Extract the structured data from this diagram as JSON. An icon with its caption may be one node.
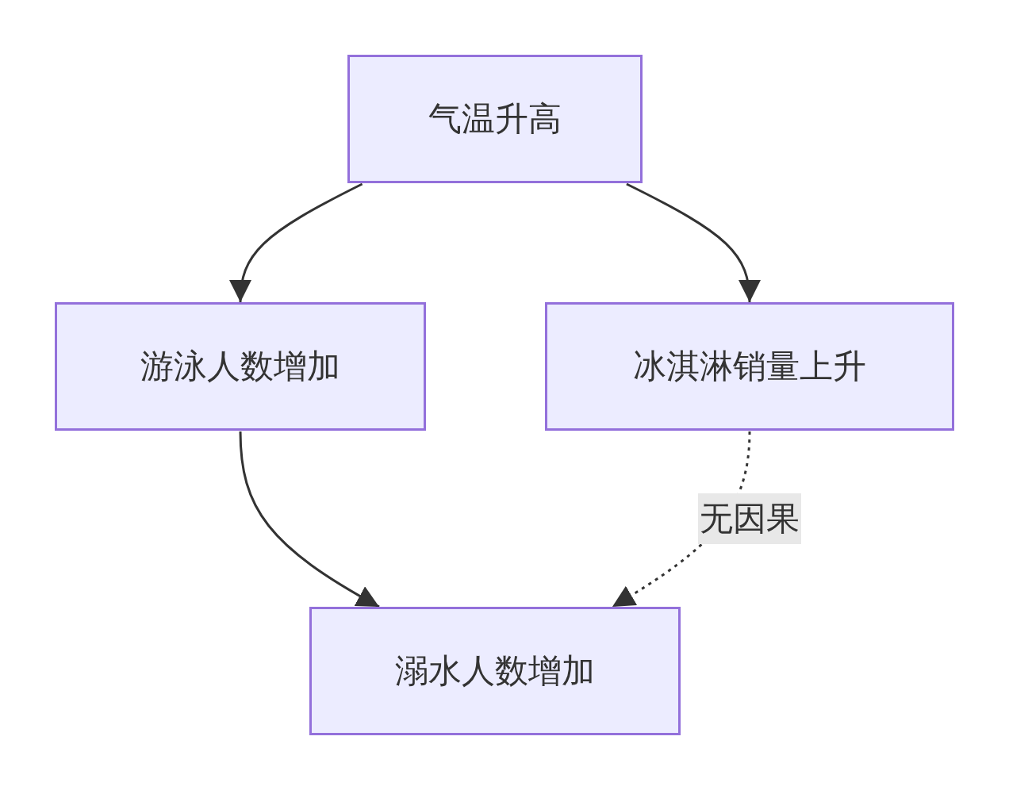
{
  "diagram": {
    "nodes": [
      {
        "text": [
          "气温升高"
        ]
      },
      {
        "text": [
          "游泳人数增加"
        ]
      },
      {
        "text": [
          "冰淇淋销量上升"
        ]
      },
      {
        "text": [
          "溺水人数增加"
        ]
      }
    ],
    "edges": [
      {
        "from": 0,
        "to": 1,
        "arrow": "to"
      },
      {
        "from": 0,
        "to": 2,
        "arrow": "to"
      },
      {
        "from": 1,
        "to": 3,
        "arrow": "to"
      },
      {
        "from": 2,
        "to": 3,
        "arrow": "to",
        "style": "dashed",
        "label": "无因果"
      }
    ]
  }
}
